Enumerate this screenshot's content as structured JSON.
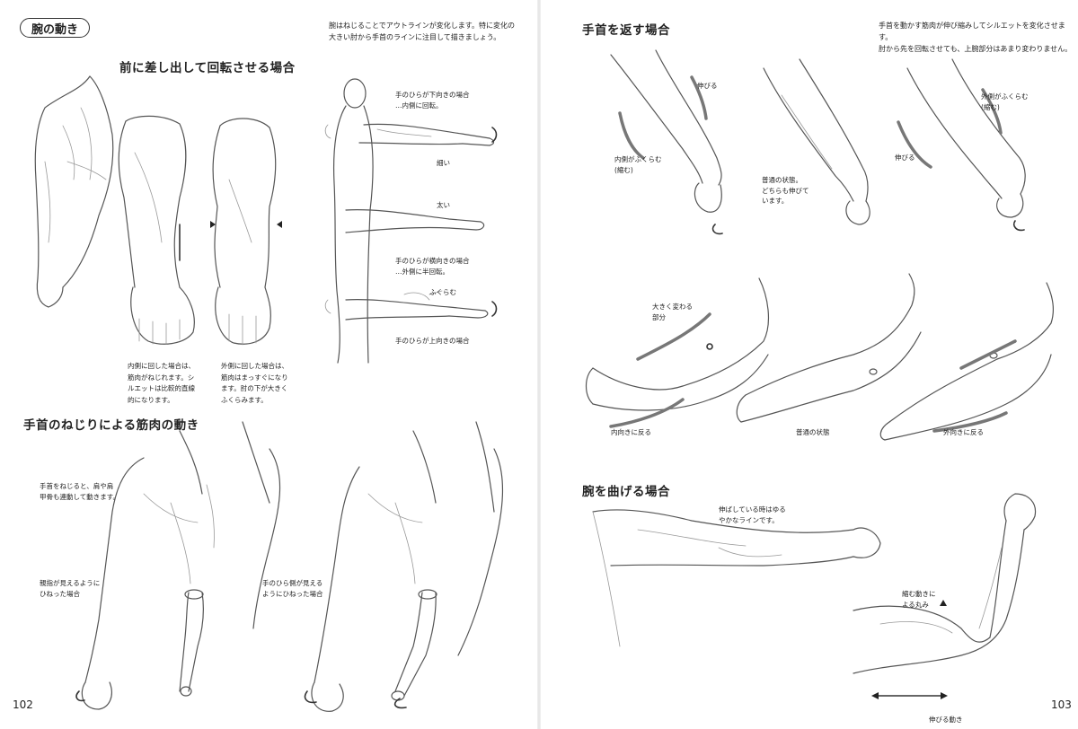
{
  "left_page": {
    "section_badge": "腕の動き",
    "intro": "腕はねじることでアウトラインが変化します。特に変化の\n大きい肘から手首のラインに注目して描きましょう。",
    "heading_rotation": "前に差し出して回転させる場合",
    "caption_inward": "内側に回した場合は、\n筋肉がねじれます。シ\nルエットは比較的直線\n的になります。",
    "caption_outward": "外側に回した場合は、\n筋肉はまっすぐになり\nます。肘の下が大きく\nふくらみます。",
    "note_palm_down": "手のひらが下向きの場合\n…内側に回転。",
    "note_thin": "細い",
    "note_thick": "太い",
    "note_palm_side": "手のひらが横向きの場合\n…外側に半回転。",
    "note_bulge": "ふくらむ",
    "note_palm_up": "手のひらが上向きの場合",
    "heading_wrist_twist": "手首のねじりによる筋肉の動き",
    "note_shoulder": "手首をねじると、肩や肩\n甲骨も連動して動きます。",
    "note_thumb": "親指が見えるように\nひねった場合",
    "note_palm_visible": "手のひら側が見える\nようにひねった場合",
    "page_number": "102"
  },
  "right_page": {
    "heading_wrist_flip": "手首を返す場合",
    "intro": "手首を動かす筋肉が伸び縮みしてシルエットを変化させます。\n肘から先を回転させても、上腕部分はあまり変わりません。",
    "note_stretch_1": "伸びる",
    "note_inner_bulge": "内側がふくらむ\n(縮む)",
    "note_normal_1": "普通の状態。\nどちらも伸びて\nいます。",
    "note_outer_bulge": "外側がふくらむ\n(縮む)",
    "note_stretch_2": "伸びる",
    "note_big_change": "大きく変わる\n部分",
    "label_bend_in": "内向きに反る",
    "label_normal_2": "普通の状態",
    "label_bend_out": "外向きに反る",
    "heading_bend": "腕を曲げる場合",
    "note_straight": "伸ばしている時はゆる\nやかなラインです。",
    "note_contract": "縮む動きに\nよる丸み",
    "label_stretch_motion": "伸びる動き",
    "page_number": "103"
  }
}
